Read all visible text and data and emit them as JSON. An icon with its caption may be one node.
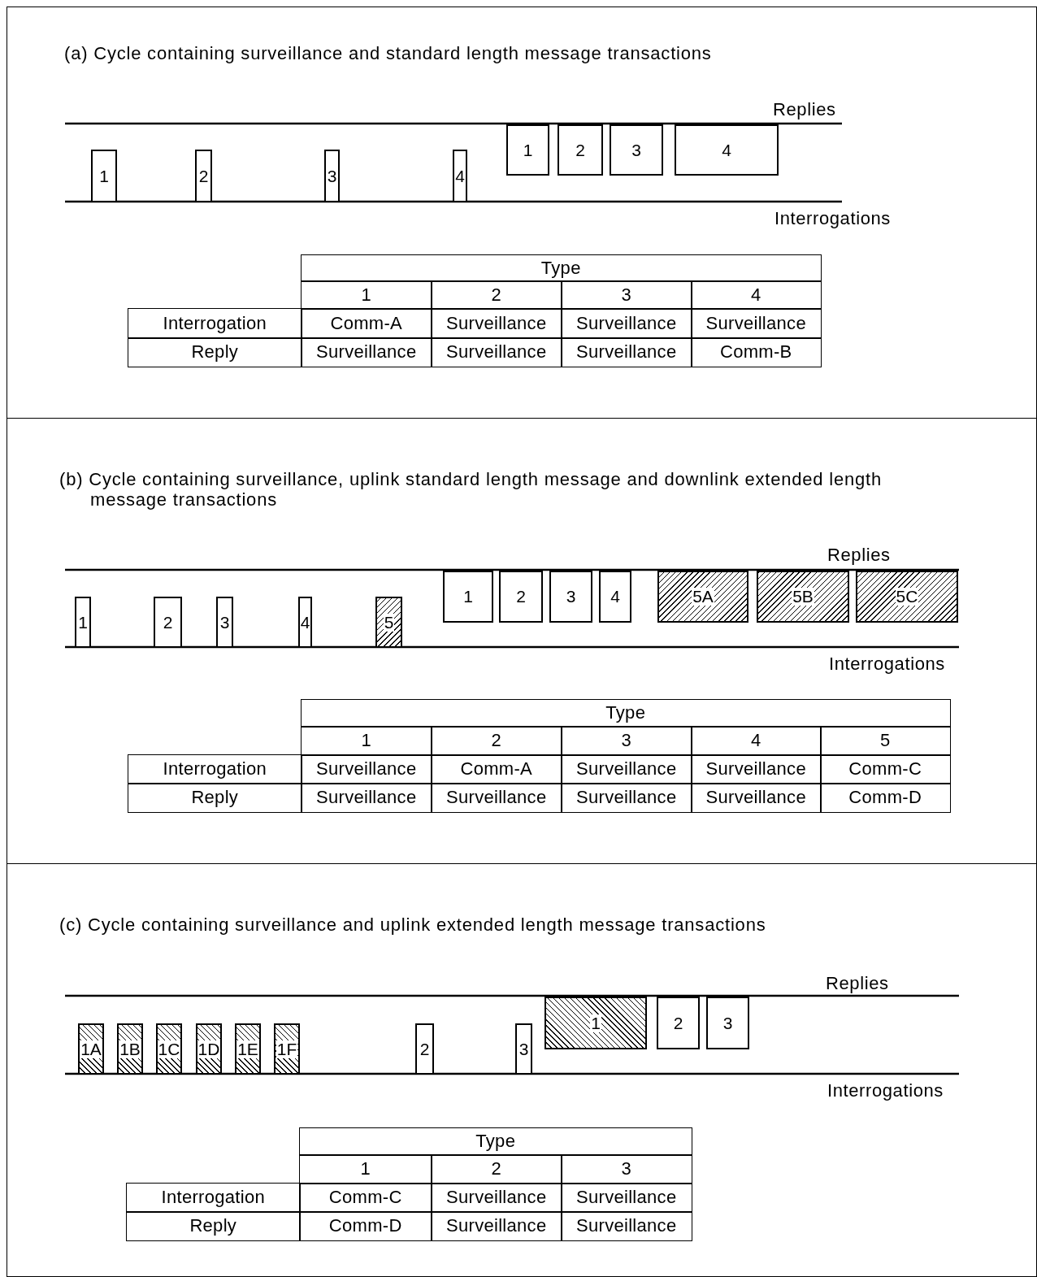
{
  "diagram": {
    "nodes": [
      {
        "text": [
          "(a) Cycle containing surveillance and standard length message transactions"
        ]
      },
      {
        "text": [
          "1"
        ],
        "in": 0
      },
      {
        "text": [
          "2"
        ],
        "in": 0
      },
      {
        "text": [
          "3"
        ],
        "in": 0
      },
      {
        "text": [
          "4"
        ],
        "in": 0
      },
      {
        "text": [
          "1"
        ],
        "in": 0
      },
      {
        "text": [
          "2"
        ],
        "in": 0
      },
      {
        "text": [
          "3"
        ],
        "in": 0
      },
      {
        "text": [
          "4"
        ],
        "in": 0
      },
      {
        "text": [
          "(b) Cycle containing surveillance, uplink standard length message and downlink extended length message transactions"
        ]
      },
      {
        "text": [
          "1"
        ],
        "in": 9
      },
      {
        "text": [
          "2"
        ],
        "in": 9
      },
      {
        "text": [
          "3"
        ],
        "in": 9
      },
      {
        "text": [
          "4"
        ],
        "in": 9
      },
      {
        "text": [
          "5"
        ],
        "in": 9
      },
      {
        "text": [
          "1"
        ],
        "in": 9
      },
      {
        "text": [
          "2"
        ],
        "in": 9
      },
      {
        "text": [
          "3"
        ],
        "in": 9
      },
      {
        "text": [
          "4"
        ],
        "in": 9
      },
      {
        "text": [
          "5A"
        ],
        "in": 9
      },
      {
        "text": [
          "5B"
        ],
        "in": 9
      },
      {
        "text": [
          "5C"
        ],
        "in": 9
      },
      {
        "text": [
          "(c) Cycle containing surveillance and uplink extended length message transactions"
        ]
      },
      {
        "text": [
          "1A"
        ],
        "in": 22
      },
      {
        "text": [
          "1B"
        ],
        "in": 22
      },
      {
        "text": [
          "1C"
        ],
        "in": 22
      },
      {
        "text": [
          "1D"
        ],
        "in": 22
      },
      {
        "text": [
          "1E"
        ],
        "in": 22
      },
      {
        "text": [
          "1F"
        ],
        "in": 22
      },
      {
        "text": [
          "2"
        ],
        "in": 22
      },
      {
        "text": [
          "3"
        ],
        "in": 22
      },
      {
        "text": [
          "1"
        ],
        "in": 22
      },
      {
        "text": [
          "2"
        ],
        "in": 22
      },
      {
        "text": [
          "3"
        ],
        "in": 22
      }
    ],
    "labels": [
      "Replies",
      "Interrogations",
      "Type",
      "1",
      "2",
      "3",
      "4",
      "Interrogation",
      "Comm-A",
      "Surveillance",
      "Surveillance",
      "Surveillance",
      "Reply",
      "Surveillance",
      "Surveillance",
      "Surveillance",
      "Comm-B",
      "Replies",
      "Interrogations",
      "Type",
      "1",
      "2",
      "3",
      "4",
      "5",
      "Interrogation",
      "Surveillance",
      "Comm-A",
      "Surveillance",
      "Surveillance",
      "Comm-C",
      "Reply",
      "Surveillance",
      "Surveillance",
      "Surveillance",
      "Surveillance",
      "Comm-D",
      "Replies",
      "Interrogations",
      "Type",
      "1",
      "2",
      "3",
      "Interrogation",
      "Comm-C",
      "Surveillance",
      "Surveillance",
      "Reply",
      "Comm-D",
      "Surveillance",
      "Surveillance"
    ]
  }
}
